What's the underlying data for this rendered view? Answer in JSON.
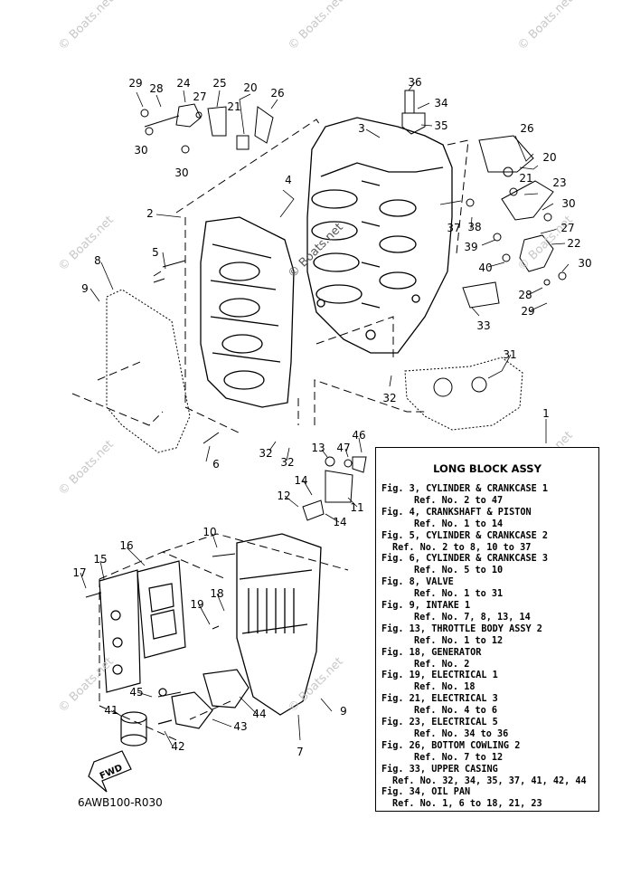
{
  "watermark_text": "© Boats.net",
  "diagram_code": "6AWB100-R030",
  "fwd_label": "FWD",
  "callouts": [
    {
      "label": "29"
    },
    {
      "label": "28"
    },
    {
      "label": "24"
    },
    {
      "label": "25"
    },
    {
      "label": "20"
    },
    {
      "label": "21"
    },
    {
      "label": "27"
    },
    {
      "label": "26"
    },
    {
      "label": "30"
    },
    {
      "label": "30"
    },
    {
      "label": "36"
    },
    {
      "label": "34"
    },
    {
      "label": "35"
    },
    {
      "label": "3"
    },
    {
      "label": "26"
    },
    {
      "label": "20"
    },
    {
      "label": "21"
    },
    {
      "label": "23"
    },
    {
      "label": "4"
    },
    {
      "label": "2"
    },
    {
      "label": "37"
    },
    {
      "label": "38"
    },
    {
      "label": "30"
    },
    {
      "label": "27"
    },
    {
      "label": "22"
    },
    {
      "label": "39"
    },
    {
      "label": "40"
    },
    {
      "label": "30"
    },
    {
      "label": "5"
    },
    {
      "label": "8"
    },
    {
      "label": "9"
    },
    {
      "label": "28"
    },
    {
      "label": "29"
    },
    {
      "label": "33"
    },
    {
      "label": "31"
    },
    {
      "label": "32"
    },
    {
      "label": "1"
    },
    {
      "label": "6"
    },
    {
      "label": "32"
    },
    {
      "label": "32"
    },
    {
      "label": "13"
    },
    {
      "label": "47"
    },
    {
      "label": "46"
    },
    {
      "label": "14"
    },
    {
      "label": "12"
    },
    {
      "label": "11"
    },
    {
      "label": "14"
    },
    {
      "label": "10"
    },
    {
      "label": "16"
    },
    {
      "label": "15"
    },
    {
      "label": "17"
    },
    {
      "label": "18"
    },
    {
      "label": "19"
    },
    {
      "label": "45"
    },
    {
      "label": "44"
    },
    {
      "label": "9"
    },
    {
      "label": "41"
    },
    {
      "label": "43"
    },
    {
      "label": "42"
    },
    {
      "label": "7"
    }
  ],
  "reference": {
    "title": "LONG BLOCK ASSY",
    "lines": [
      "Fig. 3, CYLINDER & CRANKCASE 1",
      "Ref. No. 2 to 47",
      "Fig. 4, CRANKSHAFT & PISTON",
      "Ref. No. 1 to 14",
      "Fig. 5, CYLINDER & CRANKCASE 2",
      "Ref. No. 2 to 8, 10 to 37",
      "Fig. 6, CYLINDER & CRANKCASE 3",
      "Ref. No. 5 to 10",
      "Fig. 8, VALVE",
      "Ref. No. 1 to 31",
      "Fig. 9, INTAKE 1",
      "Ref. No. 7, 8, 13, 14",
      "Fig. 13, THROTTLE BODY ASSY 2",
      "Ref. No. 1 to 12",
      "Fig. 18, GENERATOR",
      "Ref. No. 2",
      "Fig. 19, ELECTRICAL 1",
      "Ref. No. 18",
      "Fig. 21, ELECTRICAL 3",
      "Ref. No. 4 to 6",
      "Fig. 23, ELECTRICAL 5",
      "Ref. No. 34 to 36",
      "Fig. 26, BOTTOM COWLING 2",
      "Ref. No. 7 to 12",
      "Fig. 33, UPPER CASING",
      "Ref. No. 32, 34, 35, 37, 41, 42, 44",
      "Fig. 34, OIL PAN",
      "Ref. No. 1, 6 to 18, 21, 23"
    ]
  }
}
